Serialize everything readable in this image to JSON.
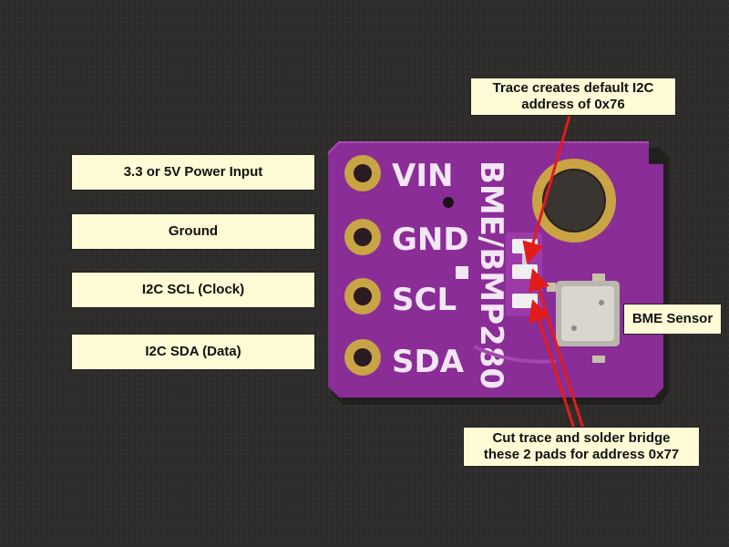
{
  "colors": {
    "background": "#2f2d2c",
    "board": "#8a2d97",
    "silkscreen": "#f3e6f5",
    "callout_fill": "#fffbd6",
    "arrow": "#e21b1b",
    "gold": "#c9a445"
  },
  "pin_labels": [
    {
      "pin": "VIN",
      "description": "3.3 or 5V Power Input"
    },
    {
      "pin": "GND",
      "description": "Ground"
    },
    {
      "pin": "SCL",
      "description": "I2C SCL (Clock)"
    },
    {
      "pin": "SDA",
      "description": "I2C SDA (Data)"
    }
  ],
  "board": {
    "silk_text": "BME/BMP280"
  },
  "callouts": {
    "default_address": {
      "line1": "Trace creates default I2C",
      "line2": "address of 0x76"
    },
    "alt_address": {
      "line1": "Cut trace and solder bridge",
      "line2": "these 2 pads for address 0x77"
    },
    "sensor": "BME Sensor"
  }
}
